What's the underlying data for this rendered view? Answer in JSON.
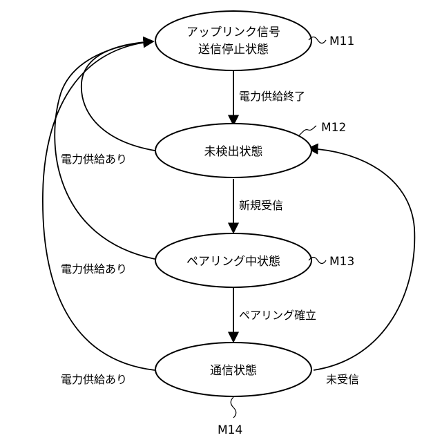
{
  "states": [
    {
      "id": "M11",
      "lines": [
        "アップリンク信号",
        "送信停止状態"
      ]
    },
    {
      "id": "M12",
      "lines": [
        "未検出状態"
      ]
    },
    {
      "id": "M13",
      "lines": [
        "ペアリング中状態"
      ]
    },
    {
      "id": "M14",
      "lines": [
        "通信状態"
      ]
    }
  ],
  "transitions": {
    "m11_to_m12": "電力供給終了",
    "m12_to_m13": "新規受信",
    "m13_to_m11": "ペアリング確立",
    "m12_to_m11": "電力供給あり",
    "m13_to_m11_power": "電力供給あり",
    "m14_to_m11_power": "電力供給あり",
    "m14_to_m12": "未受信"
  },
  "refs": {
    "m11": "M11",
    "m12": "M12",
    "m13": "M13",
    "m14": "M14"
  }
}
